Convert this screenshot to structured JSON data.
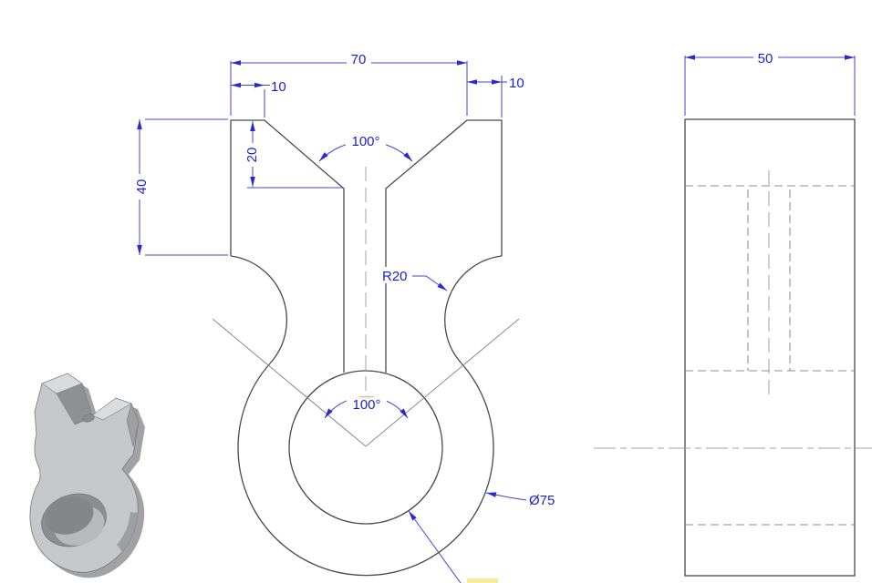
{
  "app": {
    "type": "cad-drawing-canvas",
    "background": "#ffffff"
  },
  "views": {
    "front_view": {
      "dims": {
        "overall_width": "70",
        "left_flat_width": "10",
        "right_flat_width": "10",
        "notch_depth": "20",
        "shoulder_height": "40",
        "top_notch_angle": "100°",
        "vee_angle": "100°",
        "fillet_radius": "R20",
        "outer_diameter": "Ø75"
      }
    },
    "side_view": {
      "dims": {
        "width": "50"
      }
    }
  },
  "colors": {
    "dimension_blue": "#2323cd",
    "outline_gray": "#4a4a4a",
    "centerline_gray": "#a3a3a3",
    "part_gray": "#c5c7ca",
    "highlight_yellow": "#f3e27a"
  }
}
